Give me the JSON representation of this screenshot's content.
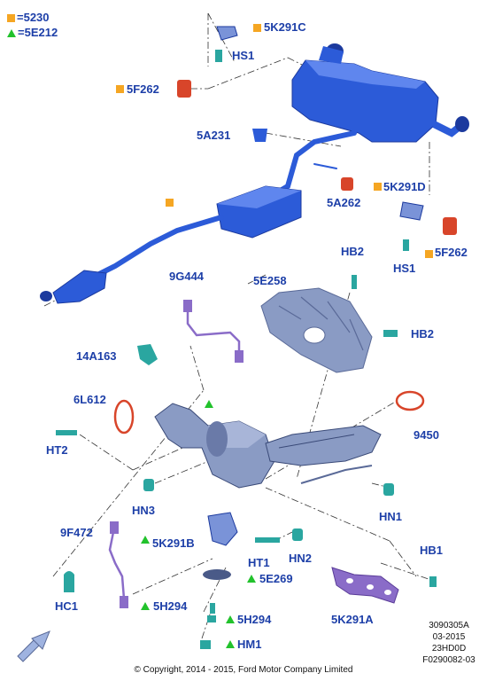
{
  "legend": {
    "square_code": "5230",
    "triangle_code": "5E212"
  },
  "labels": {
    "p5K291C": "5K291C",
    "HS1_top": "HS1",
    "p5F262_top": "5F262",
    "p5A231": "5A231",
    "p5A262": "5A262",
    "p5K291D": "5K291D",
    "p5F262_right": "5F262",
    "HS1_right": "HS1",
    "HB2_top": "HB2",
    "HB2_right": "HB2",
    "p9G444": "9G444",
    "p5E258": "5E258",
    "p14A163": "14A163",
    "p6L612": "6L612",
    "p9450": "9450",
    "HT2": "HT2",
    "HN3": "HN3",
    "HN1": "HN1",
    "p9F472": "9F472",
    "p5K291B": "5K291B",
    "HT1": "HT1",
    "HN2": "HN2",
    "p5E269": "5E269",
    "HB1": "HB1",
    "HC1": "HC1",
    "p5H294_left": "5H294",
    "p5H294_right": "5H294",
    "p5K291A": "5K291A",
    "HM1": "HM1"
  },
  "info": {
    "line1": "3090305A",
    "line2": "03-2015",
    "line3": "23HD0D",
    "line4": "F0290082-03"
  },
  "copyright": "© Copyright, 2014 - 2015, Ford Motor Company Limited",
  "colors": {
    "label": "#1d3fa8",
    "part_blue": "#2c5bd8",
    "part_dark": "#1c3a9e",
    "rubber_red": "#d8452a",
    "clip_teal": "#2aa6a0",
    "sensor_purple": "#8a6cc8",
    "heat_shield_grey": "#8a9bc4",
    "legend_square": "#f5a623",
    "legend_triangle": "#22c22c"
  }
}
